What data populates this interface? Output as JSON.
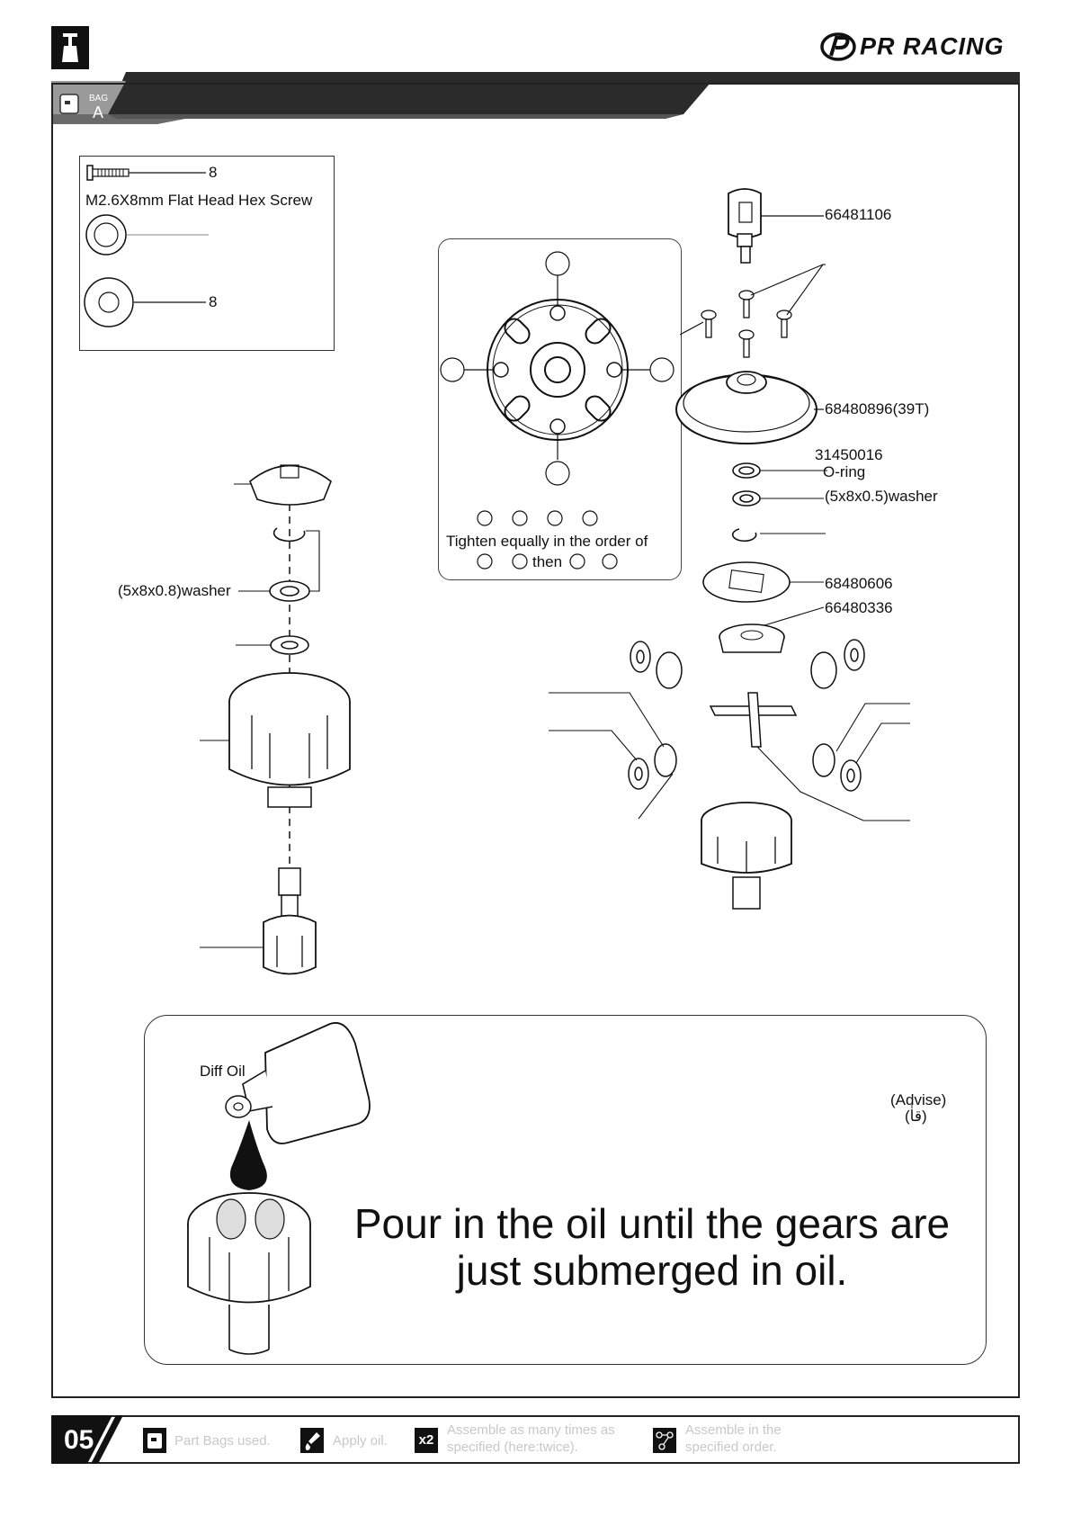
{
  "header": {
    "brand": "PR RACING",
    "bag_small": "BAG",
    "bag_letter": "A"
  },
  "parts_legend": {
    "screw_count": "8",
    "screw_name": "M2.6X8mm Flat Head Hex Screw",
    "washer_count": "8"
  },
  "tighten_box": {
    "line1": "Tighten equally in the order of",
    "then": "then"
  },
  "part_labels": {
    "outdrive_top": "66481106",
    "gear_39t": "68480896(39T)",
    "oring_code": "31450016",
    "oring": "O-ring",
    "washer_05": "(5x8x0.5)washer",
    "gasket": "68480606",
    "bevel_gear": "66480336",
    "washer_08": "(5x8x0.8)washer"
  },
  "oil_section": {
    "diff_oil": "Diff Oil",
    "advise": "(Advise)",
    "advise_sub": "(قاٰ)",
    "instruction_line1": "Pour in the oil until the gears are",
    "instruction_line2": "just submerged in oil."
  },
  "footer": {
    "page_number": "05",
    "legend_bags": "Part Bags used.",
    "legend_oil": "Apply oil.",
    "x2": "x2",
    "legend_repeat_1": "Assemble as many times as",
    "legend_repeat_2": "specified (here:twice).",
    "legend_order_1": "Assemble in the",
    "legend_order_2": "specified order."
  },
  "colors": {
    "ink": "#111111",
    "band": "#2b2b2b",
    "faded": "#c8c8c8"
  }
}
